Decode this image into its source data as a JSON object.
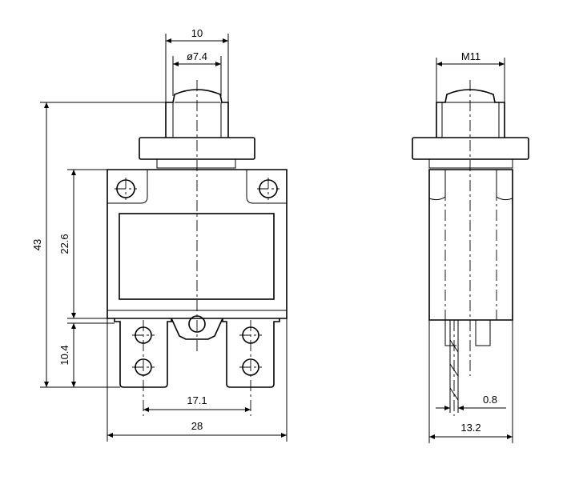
{
  "drawing": {
    "front_view": {
      "dimensions": {
        "top_outer_width": "10",
        "button_diameter": "ø7.4",
        "overall_height": "43",
        "body_height": "22.6",
        "terminal_height": "10.4",
        "terminal_spacing": "17.1",
        "overall_width": "28"
      }
    },
    "side_view": {
      "dimensions": {
        "thread": "M11",
        "terminal_thickness": "0.8",
        "overall_depth": "13.2"
      }
    }
  }
}
